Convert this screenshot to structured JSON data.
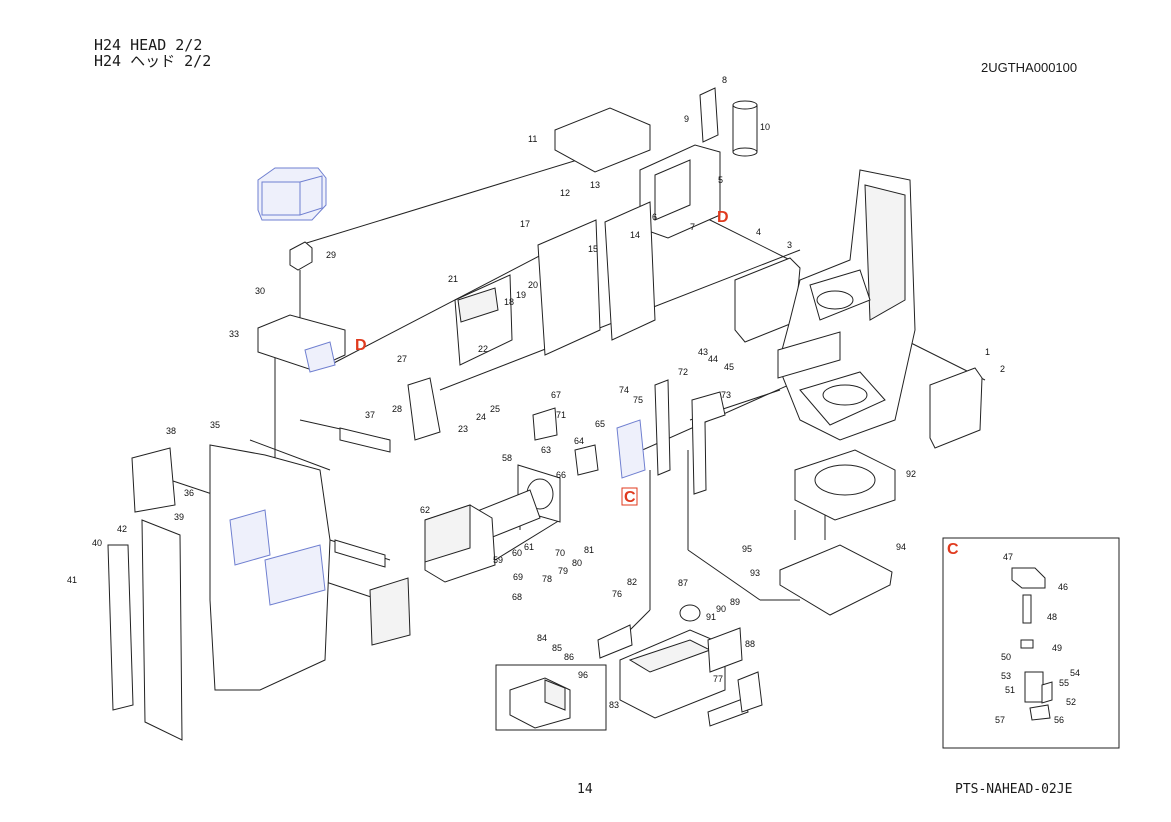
{
  "header": {
    "title_en": "H24 HEAD  2/2",
    "title_ja": "H24 ヘッド  2/2",
    "part_code": "2UGTHA000100"
  },
  "footer": {
    "page_number": "14",
    "doc_code": "PTS-NAHEAD-02JE"
  },
  "refs": {
    "d": "D",
    "c": "C"
  },
  "detail_box": {
    "label": "C"
  },
  "callouts": [
    "1",
    "2",
    "3",
    "4",
    "5",
    "6",
    "7",
    "8",
    "9",
    "10",
    "11",
    "12",
    "13",
    "14",
    "15",
    "17",
    "18",
    "19",
    "20",
    "21",
    "22",
    "23",
    "24",
    "25",
    "27",
    "28",
    "29",
    "30",
    "33",
    "35",
    "36",
    "37",
    "38",
    "39",
    "40",
    "41",
    "42",
    "43",
    "44",
    "45",
    "46",
    "47",
    "48",
    "49",
    "50",
    "51",
    "52",
    "53",
    "54",
    "55",
    "56",
    "57",
    "58",
    "59",
    "60",
    "61",
    "62",
    "63",
    "64",
    "65",
    "66",
    "67",
    "68",
    "69",
    "70",
    "71",
    "72",
    "73",
    "74",
    "75",
    "76",
    "77",
    "78",
    "79",
    "80",
    "81",
    "82",
    "83",
    "84",
    "85",
    "86",
    "87",
    "88",
    "89",
    "90",
    "91",
    "92",
    "93",
    "94",
    "95",
    "96"
  ]
}
